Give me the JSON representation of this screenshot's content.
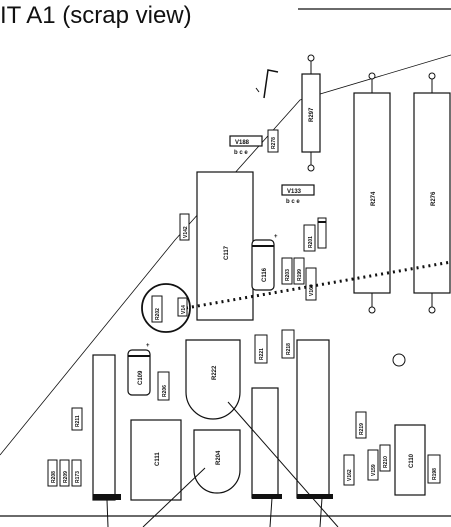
{
  "title": "IT A1 (scrap view)",
  "components": {
    "r297": "R297",
    "r274": "R274",
    "r276": "R276",
    "r278": "R278",
    "v188": "V188",
    "v133": "V133",
    "bce1": "b c e",
    "bce2": "b c e",
    "v142": "V142",
    "c117": "C117",
    "c116": "C116",
    "r201": "R201",
    "r203": "R203",
    "r199": "R199",
    "v160": "V160",
    "r202": "R202",
    "v14": "V14",
    "r221": "R221",
    "r218": "R218",
    "r222": "R222",
    "c109": "C109",
    "r206": "R206",
    "r211": "R211",
    "c111": "C111",
    "r204": "R204",
    "r208": "R208",
    "r209": "R209",
    "r173": "R173",
    "v162": "V162",
    "v159": "V159",
    "r219": "R219",
    "r210": "R210",
    "c110": "C110",
    "r198": "R198"
  },
  "colors": {
    "ink": "#111111",
    "paper": "#ffffff"
  }
}
